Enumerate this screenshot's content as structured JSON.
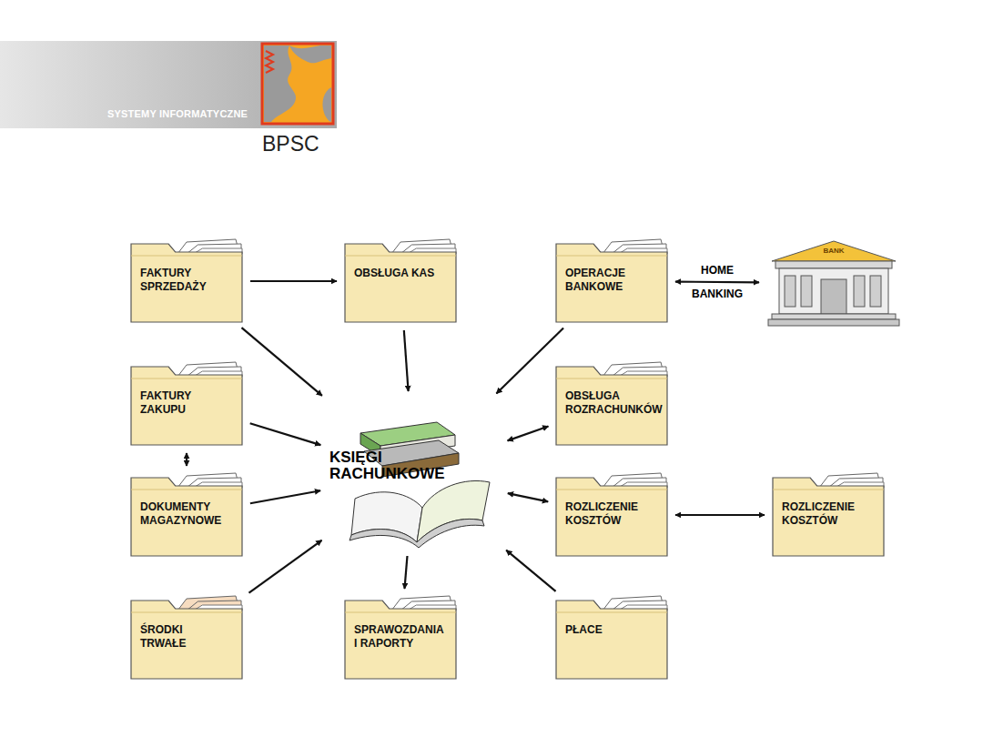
{
  "diagram": {
    "nodes": [
      {
        "text": [
          "FAKTURY SPRZEDAŻY"
        ]
      },
      {
        "text": [
          "OBSŁUGA KAS"
        ]
      },
      {
        "text": [
          "OPERACJE BANKOWE"
        ]
      },
      {
        "text": [
          "BANK"
        ]
      },
      {
        "text": [
          "FAKTURY ZAKUPU"
        ]
      },
      {
        "text": [
          "KSIĘGI RACHUNKOWE"
        ]
      },
      {
        "text": [
          "OBSŁUGA ROZRACHUNKÓW"
        ]
      },
      {
        "text": [
          "DOKUMENTY MAGAZYNOWE"
        ]
      },
      {
        "text": [
          "ROZLICZENIE KOSZTÓW"
        ]
      },
      {
        "text": [
          "ROZLICZENIE KOSZTÓW"
        ]
      },
      {
        "text": [
          "ŚRODKI TRWAŁE"
        ]
      },
      {
        "text": [
          "SPRAWOZDANIA I RAPORTY"
        ]
      },
      {
        "text": [
          "PŁACE"
        ]
      }
    ],
    "edges": [
      {
        "from": 0,
        "to": 1,
        "arrow": "to"
      },
      {
        "from": 0,
        "to": 5,
        "arrow": "to"
      },
      {
        "from": 1,
        "to": 5,
        "arrow": "to"
      },
      {
        "from": 2,
        "to": 5,
        "arrow": "to"
      },
      {
        "from": 2,
        "to": 3,
        "label": "HOME BANKING",
        "arrow": "both"
      },
      {
        "from": 4,
        "to": 5,
        "arrow": "to"
      },
      {
        "from": 4,
        "to": 7,
        "arrow": "both"
      },
      {
        "from": 6,
        "to": 5,
        "arrow": "both"
      },
      {
        "from": 7,
        "to": 5,
        "arrow": "to"
      },
      {
        "from": 8,
        "to": 5,
        "arrow": "both"
      },
      {
        "from": 8,
        "to": 9,
        "arrow": "both"
      },
      {
        "from": 10,
        "to": 5,
        "arrow": "to"
      },
      {
        "from": 5,
        "to": 11,
        "arrow": "to"
      },
      {
        "from": 12,
        "to": 5,
        "arrow": "to"
      }
    ],
    "labels": [
      "SYSTEMY INFORMATYCZNE",
      "BPSC"
    ]
  }
}
